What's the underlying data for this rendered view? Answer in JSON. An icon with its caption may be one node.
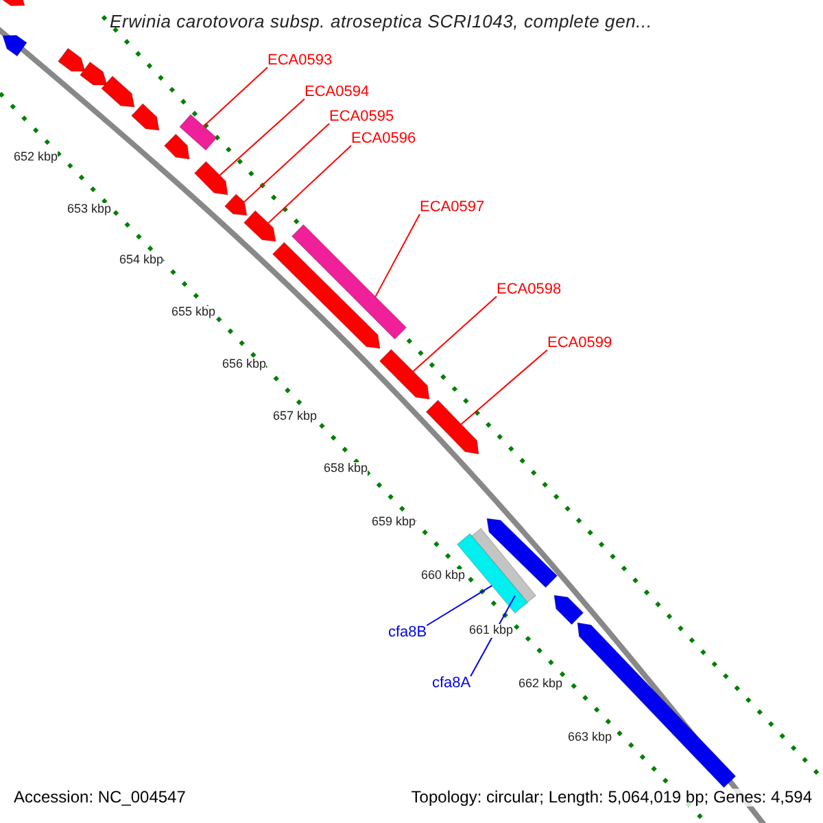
{
  "diagram": {
    "title": "Erwinia carotovora subsp. atroseptica SCRI1043, complete gen...",
    "nodes": [
      {
        "text": [
          "ECA0593"
        ]
      },
      {
        "text": [
          "ECA0594"
        ]
      },
      {
        "text": [
          "ECA0595"
        ]
      },
      {
        "text": [
          "ECA0596"
        ]
      },
      {
        "text": [
          "ECA0597"
        ]
      },
      {
        "text": [
          "ECA0598"
        ]
      },
      {
        "text": [
          "ECA0599"
        ]
      },
      {
        "text": [
          "cfa8B"
        ]
      },
      {
        "text": [
          "cfa8A"
        ]
      },
      {
        "text": [],
        "shape": "bar"
      },
      {
        "text": [],
        "shape": "bar"
      },
      {
        "text": [],
        "shape": "bar"
      },
      {
        "text": [],
        "shape": "bar"
      },
      {
        "text": [],
        "shape": "bar"
      },
      {
        "text": [],
        "shape": "bar"
      },
      {
        "text": [],
        "shape": "bar"
      },
      {
        "text": [],
        "shape": "bar"
      },
      {
        "text": [],
        "shape": "bar"
      },
      {
        "text": [],
        "shape": "bar"
      },
      {
        "text": [],
        "shape": "bar"
      },
      {
        "text": [],
        "shape": "bar"
      },
      {
        "text": [],
        "shape": "bar"
      },
      {
        "text": [],
        "shape": "bar"
      },
      {
        "text": [],
        "shape": "bar"
      },
      {
        "text": [],
        "shape": "bar"
      },
      {
        "text": [],
        "shape": "bar"
      },
      {
        "text": [],
        "shape": "bar"
      },
      {
        "text": [],
        "shape": "bar"
      },
      {
        "text": [],
        "shape": "bar"
      }
    ],
    "edges": [
      {
        "from": 0,
        "to": 15,
        "arrow": "none"
      },
      {
        "from": 1,
        "to": 17,
        "arrow": "none"
      },
      {
        "from": 2,
        "to": 18,
        "arrow": "none"
      },
      {
        "from": 3,
        "to": 19,
        "arrow": "none"
      },
      {
        "from": 4,
        "to": 20,
        "arrow": "none"
      },
      {
        "from": 5,
        "to": 22,
        "arrow": "none"
      },
      {
        "from": 6,
        "to": 23,
        "arrow": "none"
      },
      {
        "from": 7,
        "to": 26,
        "arrow": "none",
        "color": "#0000f0"
      },
      {
        "from": 8,
        "to": 25,
        "arrow": "none",
        "color": "#0000f0"
      }
    ],
    "labels": [
      "652 kbp",
      "653 kbp",
      "654 kbp",
      "655 kbp",
      "656 kbp",
      "657 kbp",
      "658 kbp",
      "659 kbp",
      "660 kbp",
      "661 kbp",
      "662 kbp",
      "663 kbp",
      "Accession: NC_004547",
      "Topology: circular; Length: 5,064,019 bp; Genes: 4,594"
    ]
  }
}
